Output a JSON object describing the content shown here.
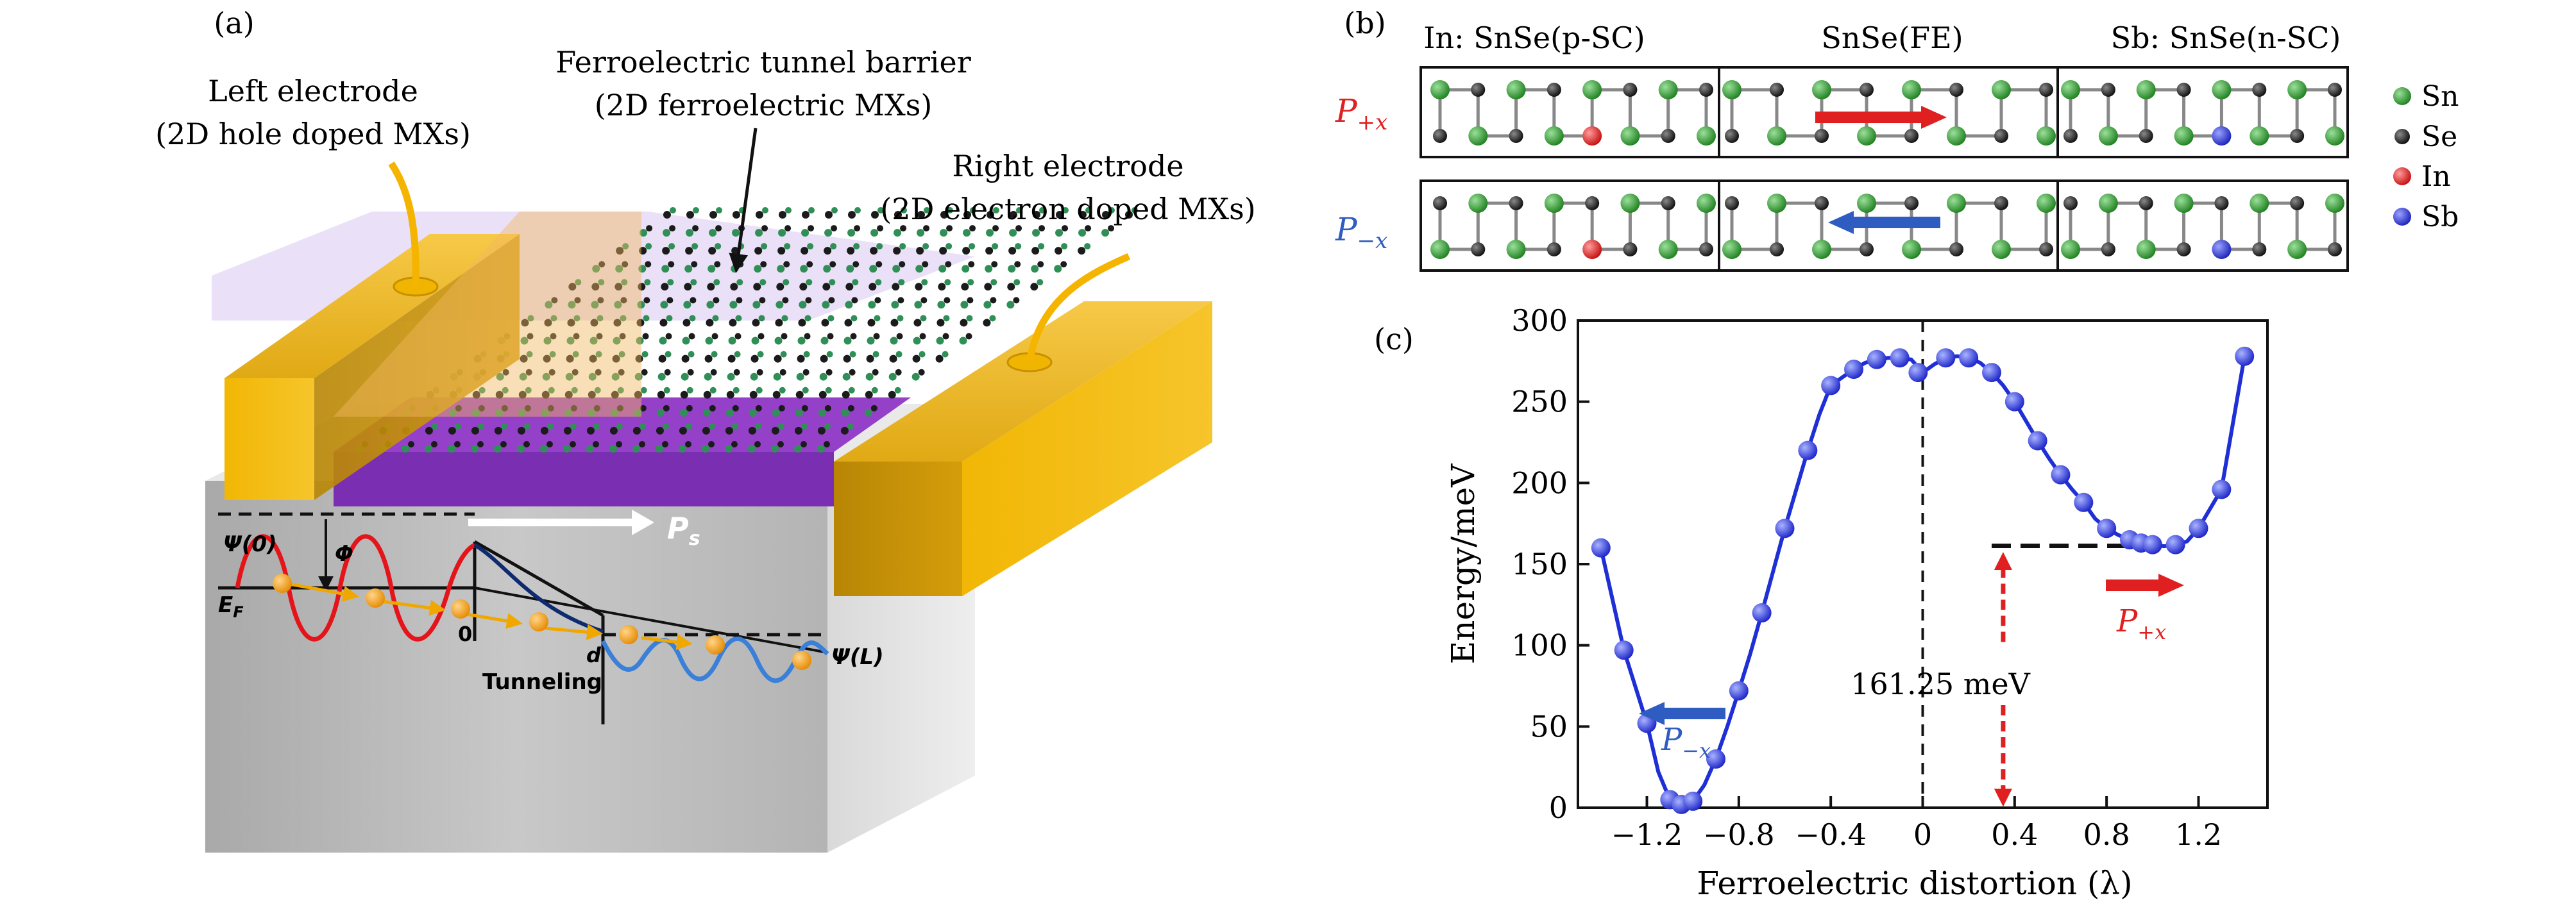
{
  "panel_a": {
    "label": "(a)",
    "left_electrode": {
      "line1": "Left electrode",
      "line2": "(2D hole doped MXs)"
    },
    "barrier": {
      "line1": "Ferroelectric tunnel barrier",
      "line2": "(2D ferroelectric MXs)"
    },
    "right_electrode": {
      "line1": "Right electrode",
      "line2": "(2D electron doped MXs)"
    },
    "polarization": "P",
    "polarization_sub": "s",
    "psi0": "Ψ(0)",
    "phi": "Φ",
    "ef": "E",
    "ef_sub": "F",
    "zero": "0",
    "d": "d",
    "tunneling": "Tunneling",
    "psil": "Ψ(L)"
  },
  "panel_b": {
    "label": "(b)",
    "headers": [
      "In: SnSe(p-SC)",
      "SnSe(FE)",
      "Sb: SnSe(n-SC)"
    ],
    "row_labels": {
      "plus": "P",
      "plus_sub": "+x",
      "minus": "P",
      "minus_sub": "−x"
    },
    "legend": [
      {
        "name": "Sn",
        "color": "#2e9a2e"
      },
      {
        "name": "Se",
        "color": "#1a1a1a"
      },
      {
        "name": "In",
        "color": "#dd2222"
      },
      {
        "name": "Sb",
        "color": "#2b3bd8"
      }
    ]
  },
  "panel_c": {
    "label": "(c)",
    "annotation": "161.25 meV",
    "p_plus": "P",
    "p_plus_sub": "+x",
    "p_minus": "P",
    "p_minus_sub": "−x"
  },
  "chart_data": {
    "type": "line",
    "xlabel": "Ferroelectric distortion (λ)",
    "ylabel": "Energy/meV",
    "xlim": [
      -1.5,
      1.5
    ],
    "ylim": [
      0,
      300
    ],
    "xticks": [
      -1.2,
      -0.8,
      -0.4,
      0,
      0.4,
      0.8,
      1.2
    ],
    "xtick_labels": [
      "−1.2",
      "−0.8",
      "−0.4",
      "0",
      "0.4",
      "0.8",
      "1.2"
    ],
    "yticks": [
      0,
      50,
      100,
      150,
      200,
      250,
      300
    ],
    "ytick_labels": [
      "0",
      "50",
      "100",
      "150",
      "200",
      "250",
      "300"
    ],
    "series": [
      {
        "color": "#1f2fd6",
        "x": [
          -1.4,
          -1.3,
          -1.2,
          -1.15,
          -1.1,
          -1.05,
          -1.0,
          -0.95,
          -0.9,
          -0.85,
          -0.8,
          -0.75,
          -0.7,
          -0.65,
          -0.6,
          -0.55,
          -0.5,
          -0.45,
          -0.4,
          -0.35,
          -0.3,
          -0.25,
          -0.2,
          -0.15,
          -0.1,
          -0.05,
          0.0,
          0.05,
          0.1,
          0.15,
          0.2,
          0.25,
          0.3,
          0.35,
          0.4,
          0.45,
          0.5,
          0.55,
          0.6,
          0.65,
          0.7,
          0.75,
          0.8,
          0.85,
          0.9,
          0.95,
          1.0,
          1.05,
          1.1,
          1.15,
          1.2,
          1.3,
          1.4
        ],
        "y": [
          160,
          97,
          52,
          22,
          5,
          2,
          4,
          14,
          30,
          50,
          72,
          95,
          120,
          146,
          172,
          196,
          220,
          242,
          260,
          265,
          270,
          274,
          276,
          277,
          277,
          276,
          268,
          273,
          277,
          278,
          277,
          274,
          268,
          260,
          250,
          238,
          226,
          215,
          205,
          196,
          188,
          178,
          172,
          168,
          165,
          163,
          162,
          161,
          162,
          164,
          172,
          196,
          278
        ]
      }
    ],
    "markers_x": [
      -1.4,
      -1.3,
      -1.2,
      -1.1,
      -1.05,
      -1.0,
      -0.9,
      -0.8,
      -0.7,
      -0.6,
      -0.5,
      -0.4,
      -0.3,
      -0.2,
      -0.1,
      -0.02,
      0.1,
      0.2,
      0.3,
      0.4,
      0.5,
      0.6,
      0.7,
      0.8,
      0.9,
      0.95,
      1.0,
      1.1,
      1.2,
      1.3,
      1.4
    ],
    "markers_y": [
      160,
      97,
      52,
      5,
      2,
      4,
      30,
      72,
      120,
      172,
      220,
      260,
      270,
      276,
      277,
      268,
      277,
      277,
      268,
      250,
      226,
      205,
      188,
      172,
      165,
      163,
      162,
      162,
      172,
      196,
      278
    ],
    "minimum_level": 161.25
  }
}
